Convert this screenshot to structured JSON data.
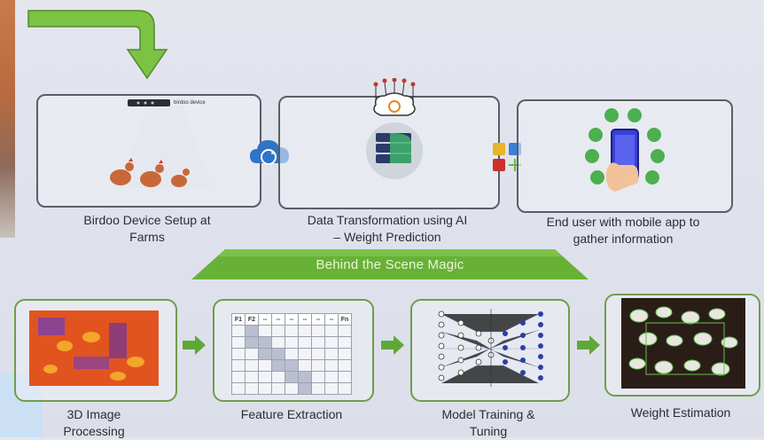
{
  "top_row": {
    "panels": [
      {
        "caption_line1": "Birdoo Device Setup at",
        "caption_line2": "Farms",
        "device_label": "birdoo device"
      },
      {
        "caption_line1": "Data Transformation using AI",
        "caption_line2": "– Weight Prediction"
      },
      {
        "caption_line1": "End user with mobile app to",
        "caption_line2": "gather information"
      }
    ]
  },
  "banner": {
    "label": "Behind the Scene Magic"
  },
  "bottom_row": {
    "steps": [
      {
        "caption_line1": "3D Image",
        "caption_line2": "Processing"
      },
      {
        "caption_line1": "Feature Extraction",
        "caption_line2": ""
      },
      {
        "caption_line1": "Model Training &",
        "caption_line2": "Tuning"
      },
      {
        "caption_line1": "Weight Estimation",
        "caption_line2": ""
      }
    ],
    "feature_table_headers": [
      "F1",
      "F2",
      "--",
      "--",
      "--",
      "--",
      "--",
      "--",
      "Fn"
    ]
  },
  "colors": {
    "accent_green": "#7cc243",
    "banner_green": "#68b137",
    "panel_border": "#5a5f66",
    "cloud_blue": "#2f74c6"
  }
}
